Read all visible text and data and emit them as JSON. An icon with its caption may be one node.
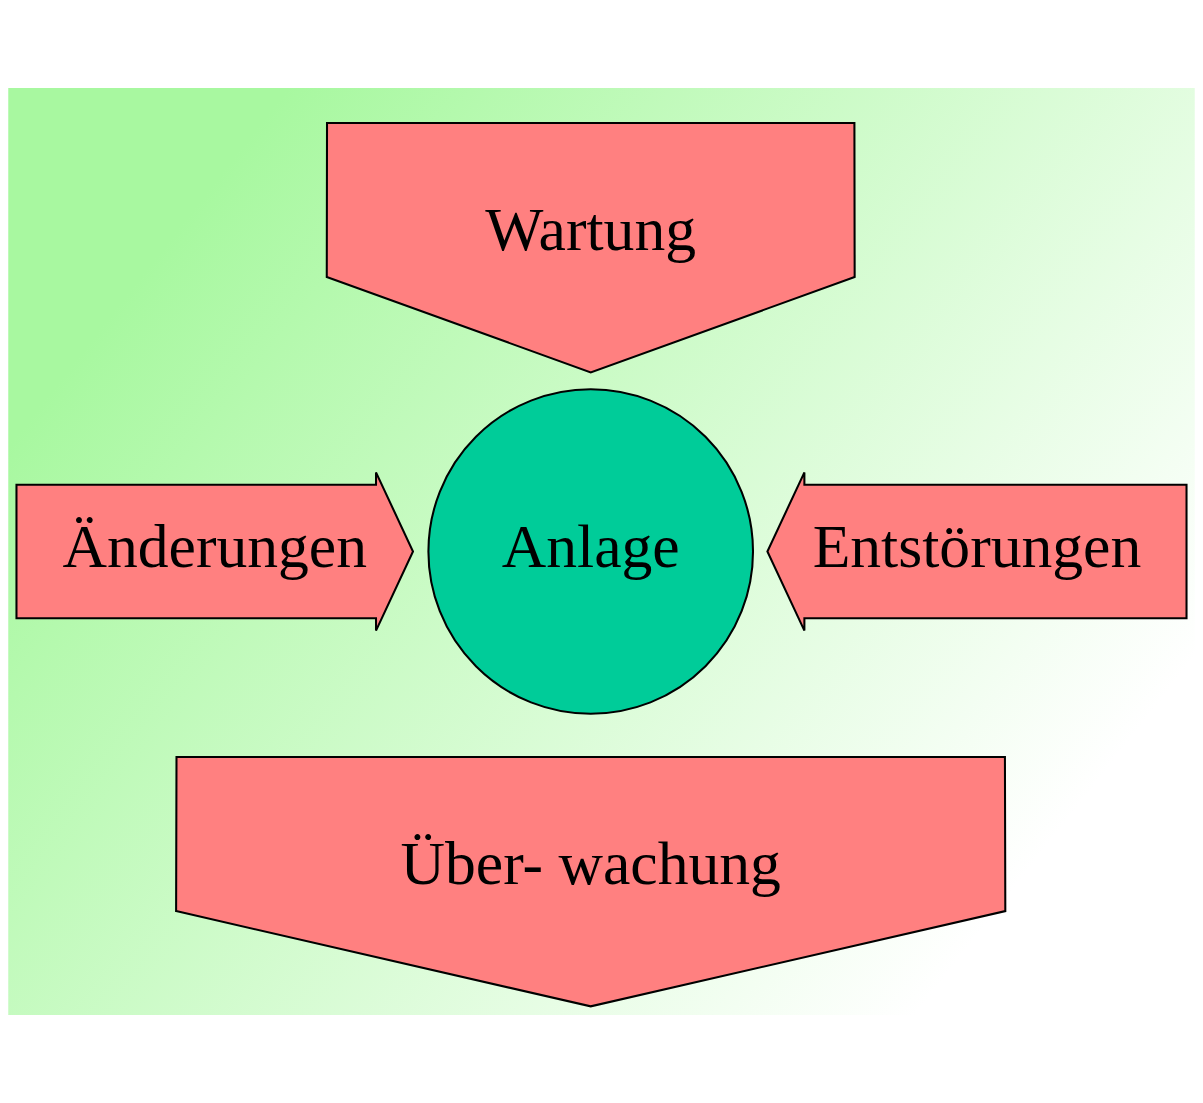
{
  "diagram": {
    "nodes": [
      {
        "text": [
          "Wartung"
        ]
      },
      {
        "text": [
          "Änderungen"
        ]
      },
      {
        "text": [
          "Anlage"
        ]
      },
      {
        "text": [
          "Entstörungen"
        ]
      },
      {
        "text": [
          "Über- wachung"
        ]
      }
    ]
  }
}
